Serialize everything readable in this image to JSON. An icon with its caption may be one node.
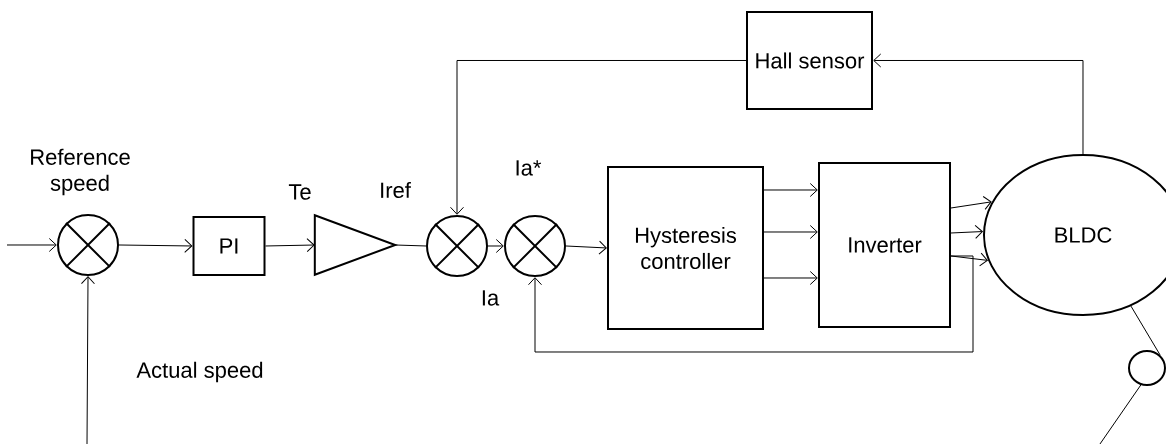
{
  "diagram": {
    "nodes": [
      {
        "text": [],
        "shape": "circle"
      },
      {
        "text": [
          "PI"
        ]
      },
      {
        "text": [],
        "shape": "triangle"
      },
      {
        "text": [],
        "shape": "circle"
      },
      {
        "text": [],
        "shape": "circle"
      },
      {
        "text": [
          "Hysteresis controller"
        ]
      },
      {
        "text": [
          "Inverter"
        ]
      },
      {
        "text": [
          "BLDC"
        ]
      },
      {
        "text": [
          "Hall sensor"
        ]
      },
      {
        "text": [],
        "shape": "circle"
      }
    ],
    "edges": [
      {
        "from": null,
        "to": 0,
        "arrow": "to"
      },
      {
        "from": 0,
        "to": 1,
        "arrow": "to"
      },
      {
        "from": 1,
        "to": 2,
        "arrow": "to"
      },
      {
        "from": 2,
        "to": 3,
        "arrow": "none"
      },
      {
        "from": 3,
        "to": 4,
        "arrow": "to"
      },
      {
        "from": 4,
        "to": 5,
        "arrow": "to"
      },
      {
        "from": 5,
        "to": 6,
        "arrow": "to"
      },
      {
        "from": 5,
        "to": 6,
        "arrow": "to"
      },
      {
        "from": 5,
        "to": 6,
        "arrow": "to"
      },
      {
        "from": 6,
        "to": 7,
        "arrow": "to"
      },
      {
        "from": 6,
        "to": 7,
        "arrow": "to"
      },
      {
        "from": 6,
        "to": 7,
        "arrow": "to"
      },
      {
        "from": 7,
        "to": 8,
        "arrow": "to"
      },
      {
        "from": 8,
        "to": 3,
        "arrow": "to"
      },
      {
        "from": 6,
        "to": 4,
        "arrow": "to"
      },
      {
        "from": null,
        "to": 0,
        "arrow": "to"
      },
      {
        "from": 7,
        "to": 9,
        "arrow": "none"
      },
      {
        "from": 9,
        "to": null,
        "arrow": "none"
      }
    ],
    "labels": [
      "Reference speed",
      "Te",
      "Iref",
      "Ia*",
      "Ia",
      "Actual speed"
    ]
  }
}
